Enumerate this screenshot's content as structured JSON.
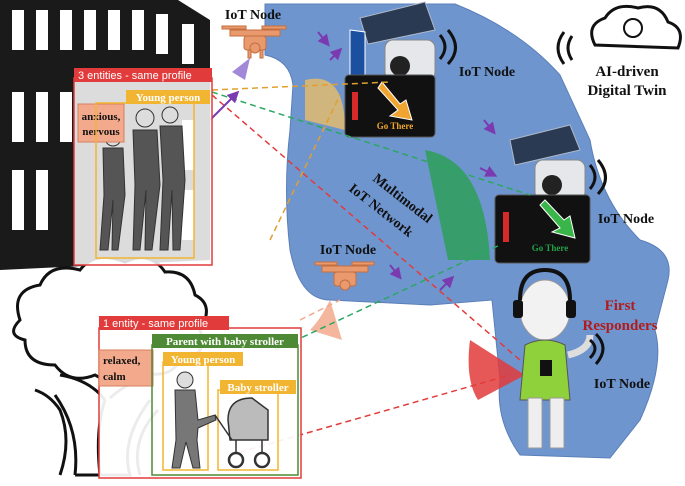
{
  "labels": {
    "iot_node_top": "IoT Node",
    "iot_node_tablet_top": "IoT Node",
    "iot_node_tablet_mid": "IoT Node",
    "iot_node_drone_mid": "IoT Node",
    "iot_node_responder": "IoT Node",
    "network": [
      "Multimodal",
      "IoT Network"
    ],
    "digital_twin": [
      "AI-driven",
      "Digital Twin"
    ],
    "first_responders": [
      "First",
      "Responders"
    ],
    "go_there_1": "Go There",
    "go_there_2": "Go There",
    "group1_title": "3 entities - same profile",
    "group1_emotion": [
      "anxious,",
      "nervous"
    ],
    "group1_young": "Young person",
    "group2_title": "1 entity -  same profile",
    "group2_emotion": [
      "relaxed,",
      "calm"
    ],
    "group2_parent": "Parent with baby stroller",
    "group2_young": "Young person",
    "group2_stroller": "Baby stroller"
  },
  "colors": {
    "network_blue": "#6f95cf",
    "red_label": "#e23b3b",
    "dark_red_text": "#b01c1c",
    "young_box": "#f2b531",
    "emotion_fill": "#f2a98c",
    "parent_green": "#4e8a35",
    "drone_orange": "#e89a6e",
    "tablet_green": "#24a048",
    "tablet_orange": "#f0a531"
  }
}
